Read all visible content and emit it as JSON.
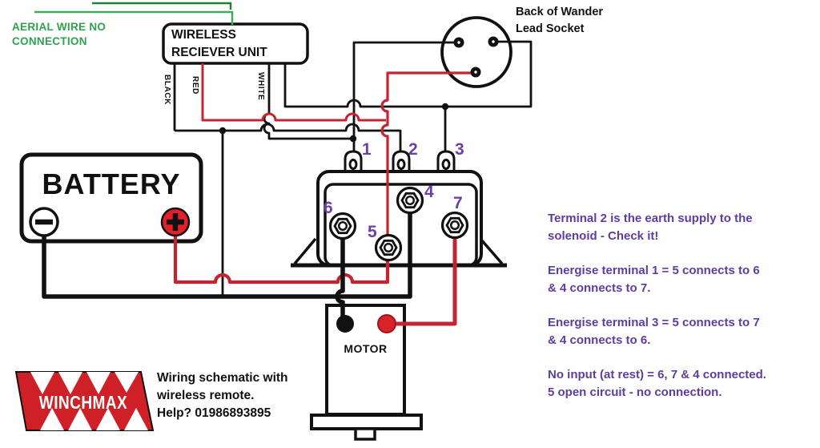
{
  "aerial": {
    "line1": "AERIAL WIRE NO",
    "line2": "CONNECTION"
  },
  "receiver": {
    "line1": "WIRELESS",
    "line2": "RECIEVER UNIT",
    "wire_black": "BLACK",
    "wire_red": "RED",
    "wire_white": "WHITE"
  },
  "socket": {
    "line1": "Back of Wander",
    "line2": "Lead Socket"
  },
  "battery": {
    "label": "BATTERY"
  },
  "solenoid": {
    "t1": "1",
    "t2": "2",
    "t3": "3",
    "t4": "4",
    "t5": "5",
    "t6": "6",
    "t7": "7"
  },
  "motor": {
    "label": "MOTOR"
  },
  "logo": {
    "brand": "WINCHMAX"
  },
  "caption": {
    "line1": "Wiring schematic with",
    "line2": "wireless remote.",
    "line3": "Help? 01986893895"
  },
  "notes": {
    "p1l1": "Terminal 2 is the earth supply to the",
    "p1l2": "solenoid - Check it!",
    "p2l1": "Energise terminal 1 = 5 connects to 6",
    "p2l2": "& 4 connects to 7.",
    "p3l1": "Energise terminal 3 = 5 connects to 7",
    "p3l2": "& 4 connects to 6.",
    "p4l1": "No input (at rest) = 6, 7 & 4 connected.",
    "p4l2": "5 open circuit - no connection."
  },
  "colors": {
    "wire_red": "#c42430",
    "wire_green": "#41ab5c",
    "aerial_dark_green": "#1e7e35",
    "note_purple": "#5f3d9e",
    "terminal_purple": "#6b3fa6",
    "logo_red": "#d02027",
    "battery_plus_red": "#e0202a"
  }
}
